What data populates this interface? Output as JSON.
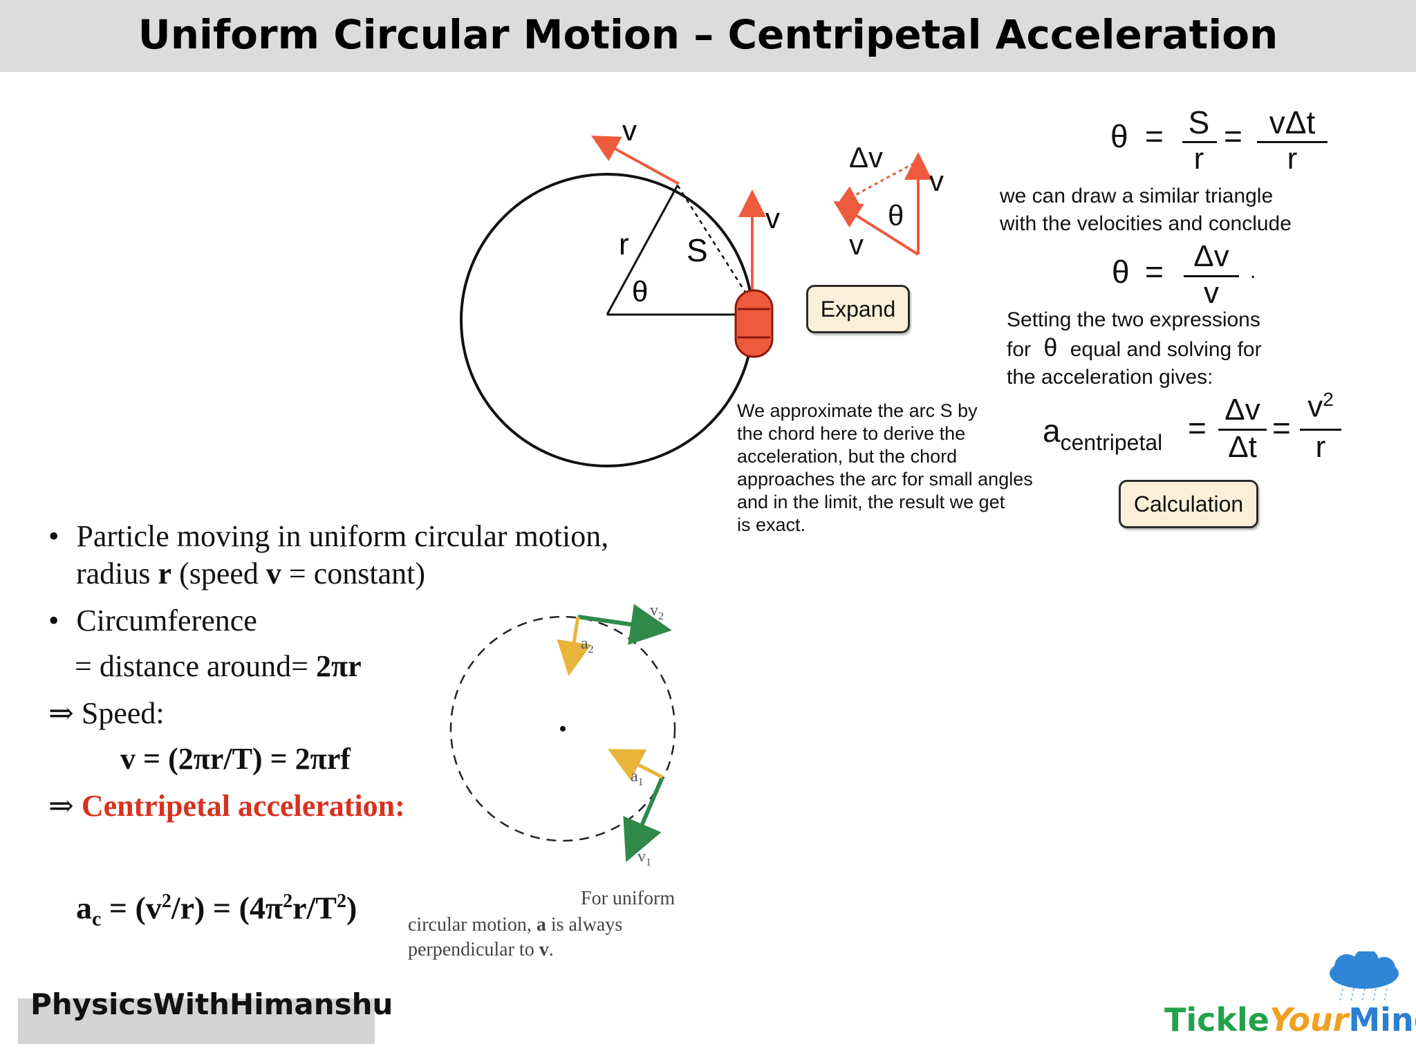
{
  "title": "Uniform Circular Motion – Centripetal Acceleration",
  "top_diagram": {
    "labels": {
      "v_top": "v",
      "v_right": "v",
      "r": "r",
      "S": "S",
      "theta": "θ"
    },
    "triangle": {
      "dv": "Δv",
      "v_right": "v",
      "v_bottom": "v",
      "theta": "θ"
    },
    "expand_button": "Expand",
    "calculation_button": "Calculation",
    "chord_note": [
      "We approximate the arc S by",
      "the chord here to derive the",
      "acceleration, but the chord",
      "approaches the arc for small angles",
      "and in the limit, the result we get",
      "is exact."
    ],
    "eq1": {
      "lhs": "θ",
      "eq": "=",
      "num1": "S",
      "den1": "r",
      "eq2": "=",
      "num2": "vΔt",
      "den2": "r"
    },
    "similar_note": [
      "we can draw a similar triangle",
      "with the velocities and conclude"
    ],
    "eq2": {
      "lhs": "θ",
      "eq": "=",
      "num": "Δv",
      "den": "v",
      "dot": "."
    },
    "setting_note": [
      "Setting the two expressions",
      "equal and solving for",
      "the acceleration gives:"
    ],
    "setting_for": "for",
    "setting_theta": "θ",
    "eq3": {
      "a": "a",
      "sub": "centripetal",
      "eq": "=",
      "num1": "Δv",
      "den1": "Δt",
      "eq2": "=",
      "num2": "v²",
      "den2": "r"
    },
    "eq3_num2_base": "v",
    "eq3_num2_sup": "2"
  },
  "notes": {
    "b1_l1": "Particle moving in uniform circular motion,",
    "b1_l2a": "radius ",
    "b1_l2b": "r",
    "b1_l2c": " (speed ",
    "b1_l2d": "v",
    "b1_l2e": " = constant)",
    "b2": "Circumference",
    "b2_l2a": "= distance around= ",
    "b2_l2b": "2πr",
    "speed_arrow": "⇒",
    "speed": "Speed:",
    "speed_eq": "v = (2πr/T) = 2πrf",
    "acc_arrow": "⇒",
    "acc": "Centripetal acceleration:",
    "ac_a": "a",
    "ac_sub": "c",
    "ac_rest1": " = (v",
    "ac_sup1": "2",
    "ac_rest2": "/r) = (4π",
    "ac_sup2": "2",
    "ac_rest3": "r/T",
    "ac_sup3": "2",
    "ac_rest4": ")",
    "bullet": "•"
  },
  "lower_diagram": {
    "v2": "v",
    "v2_sub": "2",
    "a2": "a",
    "a2_sub": "2",
    "a1": "a",
    "a1_sub": "1",
    "v1": "v",
    "v1_sub": "1",
    "caption_l1": "For uniform",
    "caption_l2a": "circular motion, ",
    "caption_l2b": "a",
    "caption_l2c": " is always",
    "caption_l3a": "perpendicular to ",
    "caption_l3b": "v",
    "caption_l3c": "."
  },
  "footer": {
    "watermark": "PhysicsWithHimanshu",
    "logo_a": "Tickle",
    "logo_b": "Your",
    "logo_c": "Mind"
  },
  "colors": {
    "arrow": "#ee5a3c",
    "green": "#2f8a4a",
    "gold": "#e8b43a",
    "title_bg": "#dcdcdc",
    "red_text": "#d8321f"
  }
}
